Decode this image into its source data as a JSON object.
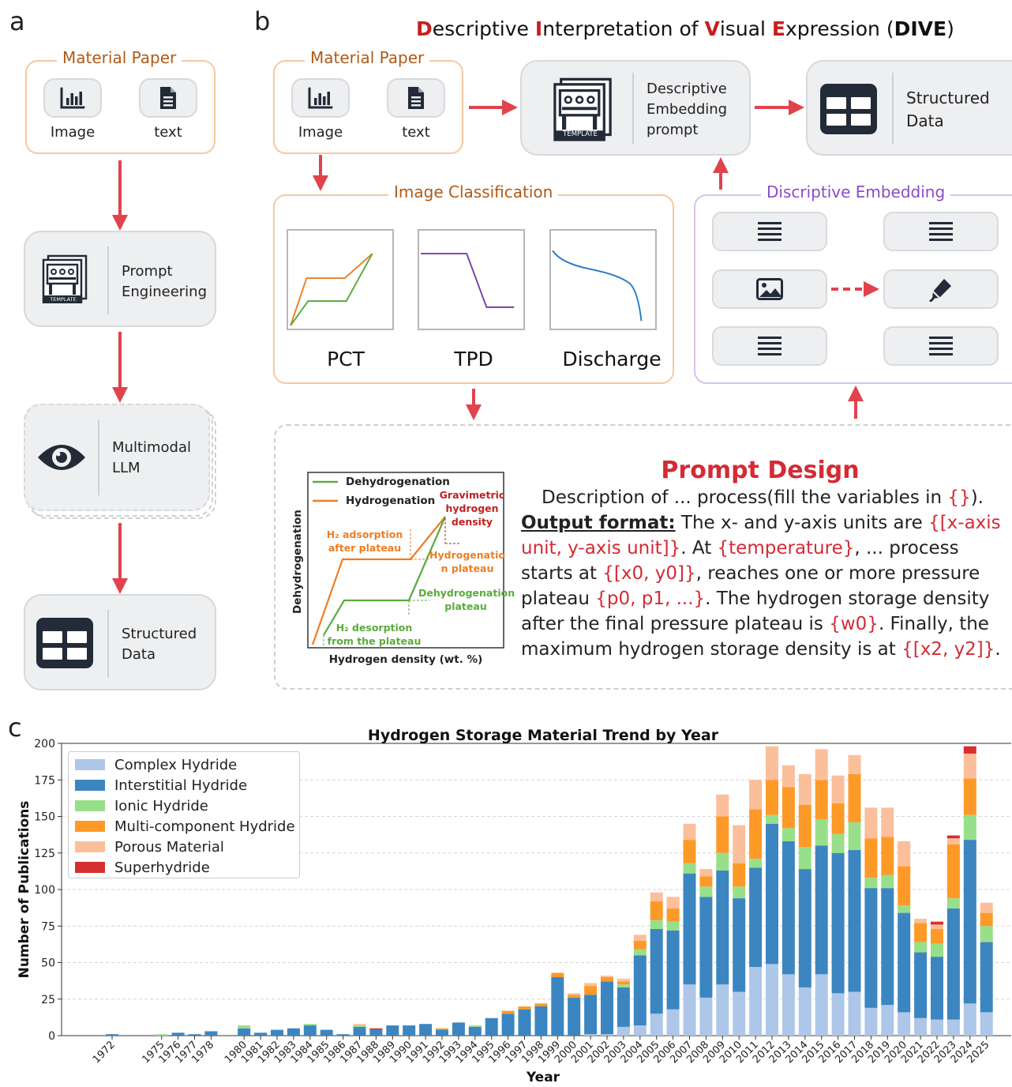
{
  "panel_letters": {
    "a": "a",
    "b": "b",
    "c": "c"
  },
  "dive_title": {
    "D": "D",
    "d_rest": "escriptive ",
    "I": "I",
    "i_rest": "nterpretation of ",
    "V": "V",
    "v_rest": "isual ",
    "E": "E",
    "e_rest": "xpression (",
    "acronym": "DIVE",
    "close": ")"
  },
  "panel_a": {
    "material_paper": {
      "title": "Material Paper",
      "image_label": "Image",
      "text_label": "text"
    },
    "prompt_card": {
      "line1": "Prompt",
      "line2": "Engineering"
    },
    "llm_card": {
      "line1": "Multimodal",
      "line2": "LLM"
    },
    "structured_card": {
      "line1": "Structured",
      "line2": "Data"
    },
    "template_word": "TEMPLATE"
  },
  "panel_b": {
    "material_paper": {
      "title": "Material Paper",
      "image_label": "Image",
      "text_label": "text"
    },
    "embedding_card": {
      "line1": "Descriptive",
      "line2": "Embedding",
      "line3": "prompt"
    },
    "structured_card": {
      "line1": "Structured",
      "line2": "Data"
    },
    "template_word": "TEMPLATE",
    "image_classification": {
      "title": "Image Classification",
      "labels": [
        "PCT",
        "TPD",
        "Discharge"
      ]
    },
    "discriptive_embedding": {
      "title": "Discriptive Embedding"
    },
    "prompt_design": {
      "title": "Prompt Design",
      "line1_a": "Description of ... process(fill the variables in ",
      "line1_b": "{}",
      "line1_c": ").",
      "output_format": "Output format:",
      "seg1": " The x- and y-axis units are ",
      "var1": "{[x-axis unit, y-axis unit]}",
      "seg2": ". At ",
      "var2": "{temperature}",
      "seg3": ", ... process starts at ",
      "var3": "{[x0, y0]}",
      "seg4": ", reaches one or more pressure plateau ",
      "var4": "{p0, p1, ...}",
      "seg5": ". The hydrogen storage density after the final pressure plateau is ",
      "var5": "{w0}",
      "seg6": ". Finally, the maximum hydrogen storage density is at ",
      "var6": "{[x2, y2]}",
      "seg7": "."
    },
    "schematic": {
      "legend_dehyd": "Dehydrogenation",
      "legend_hyd": "Hydrogenation",
      "ylabel": "Dehydrogenation",
      "xlabel": "Hydrogen density (wt. %)",
      "ann_grav": [
        "Gravimetric",
        "hydrogen",
        "density"
      ],
      "ann_h2ads": [
        "H₂ adsorption",
        "after plateau"
      ],
      "ann_hydplat": [
        "Hydrogenatio",
        "n plateau"
      ],
      "ann_dehydplat": [
        "Dehydrogenation",
        "plateau"
      ],
      "ann_h2des": [
        "H₂ desorption",
        "from the plateau"
      ],
      "colors": {
        "dehyd": "#5aab3c",
        "hyd": "#ee7d22",
        "grav": "#c21f1f"
      }
    }
  },
  "chart_data": {
    "type": "bar",
    "stacked": true,
    "title": "Hydrogen Storage Material Trend by Year",
    "xlabel": "Year",
    "ylabel": "Number of Publications",
    "ylim": [
      0,
      200
    ],
    "yticks": [
      0,
      25,
      50,
      75,
      100,
      125,
      150,
      175,
      200
    ],
    "grid": "y",
    "legend_position": "top-left",
    "categories": [
      "1972",
      "1975",
      "1976",
      "1977",
      "1978",
      "1980",
      "1981",
      "1982",
      "1983",
      "1984",
      "1985",
      "1986",
      "1987",
      "1988",
      "1989",
      "1990",
      "1991",
      "1992",
      "1993",
      "1994",
      "1995",
      "1996",
      "1997",
      "1998",
      "1999",
      "2000",
      "2001",
      "2002",
      "2003",
      "2004",
      "2005",
      "2006",
      "2007",
      "2008",
      "2009",
      "2010",
      "2011",
      "2012",
      "2013",
      "2014",
      "2015",
      "2016",
      "2017",
      "2018",
      "2019",
      "2020",
      "2021",
      "2022",
      "2023",
      "2024",
      "2025"
    ],
    "series": [
      {
        "name": "Complex Hydride",
        "color": "#aec7e8",
        "values": [
          0,
          0,
          0,
          0,
          0,
          0,
          0,
          0,
          0,
          0,
          0,
          0,
          0,
          0,
          0,
          0,
          0,
          0,
          0,
          0,
          0,
          0,
          0,
          0,
          0,
          0,
          1,
          1,
          6,
          7,
          15,
          18,
          35,
          26,
          35,
          30,
          47,
          49,
          42,
          33,
          42,
          29,
          30,
          19,
          21,
          16,
          12,
          11,
          11,
          22,
          16
        ]
      },
      {
        "name": "Interstitial Hydride",
        "color": "#3b86c0",
        "values": [
          1,
          0,
          2,
          1,
          3,
          5,
          2,
          4,
          5,
          7,
          4,
          1,
          6,
          4,
          7,
          7,
          8,
          4,
          9,
          6,
          12,
          15,
          18,
          20,
          40,
          26,
          27,
          36,
          27,
          48,
          58,
          54,
          76,
          69,
          78,
          64,
          68,
          96,
          91,
          81,
          88,
          96,
          97,
          82,
          80,
          68,
          45,
          43,
          76,
          112,
          48
        ]
      },
      {
        "name": "Ionic Hydride",
        "color": "#98df8a",
        "values": [
          0,
          1,
          0,
          0,
          0,
          2,
          0,
          0,
          0,
          1,
          0,
          0,
          1,
          0,
          0,
          0,
          0,
          0,
          0,
          1,
          0,
          0,
          0,
          0,
          0,
          0,
          0,
          0,
          2,
          4,
          6,
          6,
          7,
          7,
          12,
          8,
          6,
          6,
          9,
          15,
          18,
          13,
          19,
          7,
          9,
          5,
          7,
          9,
          7,
          17,
          11
        ]
      },
      {
        "name": "Multi-component Hydride",
        "color": "#fd9a27",
        "values": [
          0,
          0,
          0,
          0,
          0,
          0,
          0,
          0,
          0,
          0,
          0,
          0,
          0,
          0,
          0,
          0,
          0,
          1,
          0,
          0,
          0,
          2,
          2,
          2,
          3,
          2,
          6,
          3,
          2,
          6,
          13,
          9,
          16,
          7,
          25,
          16,
          34,
          24,
          28,
          29,
          27,
          21,
          33,
          27,
          26,
          27,
          13,
          10,
          37,
          25,
          9
        ]
      },
      {
        "name": "Porous Material",
        "color": "#fbbf9b",
        "values": [
          0,
          0,
          0,
          0,
          0,
          0,
          0,
          0,
          0,
          0,
          0,
          0,
          1,
          0,
          0,
          0,
          0,
          0,
          0,
          0,
          0,
          0,
          0,
          0,
          0,
          1,
          2,
          1,
          2,
          4,
          6,
          8,
          11,
          5,
          15,
          26,
          20,
          23,
          15,
          21,
          21,
          19,
          13,
          21,
          20,
          17,
          3,
          3,
          4,
          17,
          7
        ]
      },
      {
        "name": "Superhydride",
        "color": "#d62f31",
        "values": [
          0,
          0,
          0,
          0,
          0,
          0,
          0,
          0,
          0,
          0,
          0,
          0,
          0,
          1,
          0,
          0,
          0,
          0,
          0,
          0,
          0,
          0,
          0,
          0,
          0,
          0,
          0,
          0,
          0,
          0,
          0,
          0,
          0,
          0,
          0,
          0,
          0,
          0,
          0,
          0,
          0,
          0,
          0,
          0,
          0,
          0,
          0,
          2,
          2,
          5,
          0
        ]
      }
    ]
  }
}
